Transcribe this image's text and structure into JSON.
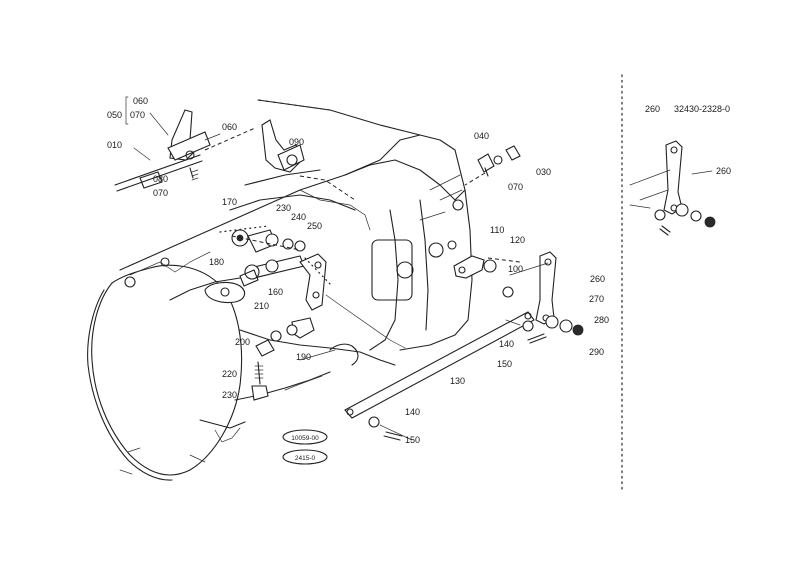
{
  "diagram": {
    "assembly_label": "260",
    "assembly_part_number": "32430-2328-0",
    "serial_badges": [
      "10059-00",
      "2415-0"
    ],
    "part_labels": [
      {
        "id": "p060a",
        "text": "060"
      },
      {
        "id": "p050",
        "text": "050"
      },
      {
        "id": "p070a",
        "text": "070"
      },
      {
        "id": "p060b",
        "text": "060"
      },
      {
        "id": "p010",
        "text": "010"
      },
      {
        "id": "p090",
        "text": "090"
      },
      {
        "id": "p080",
        "text": "080"
      },
      {
        "id": "p070b",
        "text": "070"
      },
      {
        "id": "p040",
        "text": "040"
      },
      {
        "id": "p030",
        "text": "030"
      },
      {
        "id": "p070c",
        "text": "070"
      },
      {
        "id": "p170",
        "text": "170"
      },
      {
        "id": "p230a",
        "text": "230"
      },
      {
        "id": "p240",
        "text": "240"
      },
      {
        "id": "p250",
        "text": "250"
      },
      {
        "id": "p180",
        "text": "180"
      },
      {
        "id": "p160",
        "text": "160"
      },
      {
        "id": "p110",
        "text": "110"
      },
      {
        "id": "p120",
        "text": "120"
      },
      {
        "id": "p100",
        "text": "100"
      },
      {
        "id": "p260a",
        "text": "260"
      },
      {
        "id": "p270",
        "text": "270"
      },
      {
        "id": "p280",
        "text": "280"
      },
      {
        "id": "p290",
        "text": "290"
      },
      {
        "id": "p140a",
        "text": "140"
      },
      {
        "id": "p150a",
        "text": "150"
      },
      {
        "id": "p210",
        "text": "210"
      },
      {
        "id": "p200",
        "text": "200"
      },
      {
        "id": "p190",
        "text": "190"
      },
      {
        "id": "p220",
        "text": "220"
      },
      {
        "id": "p230b",
        "text": "230"
      },
      {
        "id": "p130",
        "text": "130"
      },
      {
        "id": "p140b",
        "text": "140"
      },
      {
        "id": "p150b",
        "text": "150"
      },
      {
        "id": "p260b",
        "text": "260"
      }
    ]
  }
}
